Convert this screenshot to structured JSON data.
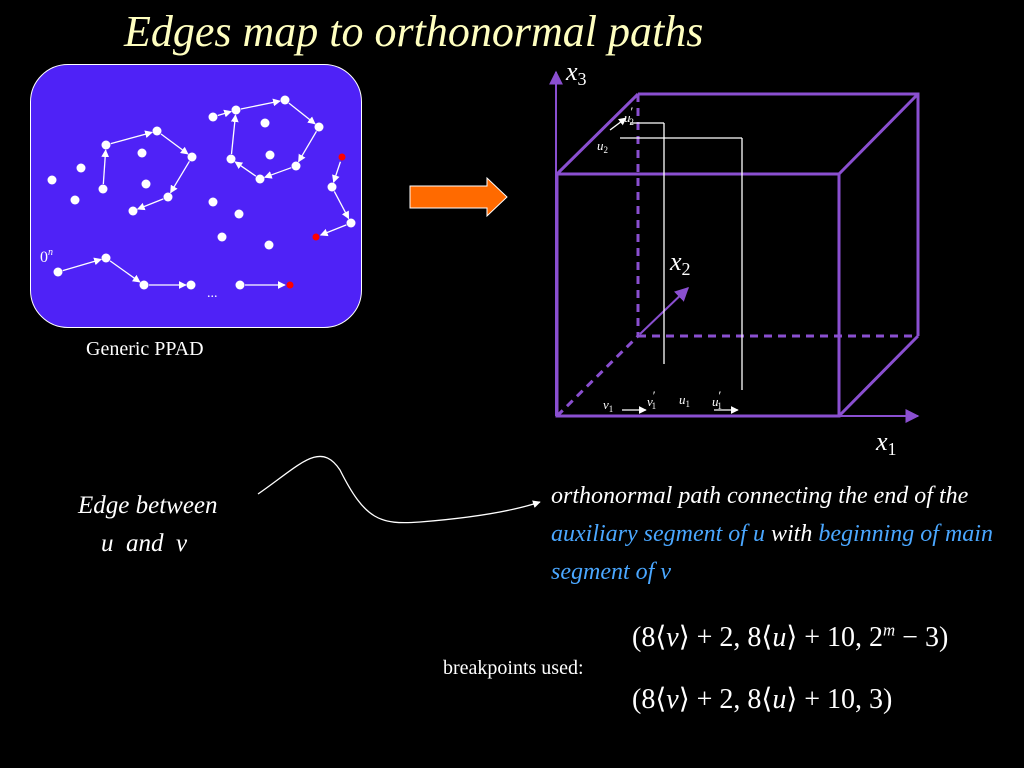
{
  "title": "Edges map to orthonormal paths",
  "ppad": {
    "caption": "Generic PPAD",
    "origin_label": "0",
    "origin_sup": "n",
    "ellipsis": "..."
  },
  "cube": {
    "axis_x1": "x",
    "axis_x1_sub": "1",
    "axis_x2": "x",
    "axis_x2_sub": "2",
    "axis_x3": "x",
    "axis_x3_sub": "3",
    "labels": {
      "u2": "u",
      "u2_sub": "2",
      "u2p": "u",
      "u2p_sub": "2",
      "v1": "v",
      "v1_sub": "1",
      "v1p": "v",
      "v1p_sub": "1",
      "u1": "u",
      "u1_sub": "1",
      "u1p": "u",
      "u1p_sub": "1",
      "prime": "′"
    }
  },
  "edge": {
    "line1": "Edge between",
    "u": "u",
    "and": "and",
    "v": "v"
  },
  "description": {
    "part1": "orthonormal path connecting the end of the ",
    "highlight1": "auxiliary segment of u",
    "part2": " with ",
    "highlight2": "beginning of main segment of v"
  },
  "breakpoints": {
    "label": "breakpoints used:",
    "bp1_a": "(8⟨",
    "bp1_v": "v",
    "bp1_b": "⟩ + 2, 8⟨",
    "bp1_u": "u",
    "bp1_c": "⟩ + 10, 2",
    "bp1_m": "m",
    "bp1_d": " − 3)",
    "bp2_a": "(8⟨",
    "bp2_v": "v",
    "bp2_b": "⟩ + 2, 8⟨",
    "bp2_u": "u",
    "bp2_c": "⟩ + 10, 3)"
  },
  "colors": {
    "title": "#ffffc0",
    "ppad_fill": "#4f22f7",
    "cube": "#8a4fd0",
    "arrow": "#ff6a00",
    "highlight": "#4aa7ff",
    "endpoint": "#ff0000"
  }
}
